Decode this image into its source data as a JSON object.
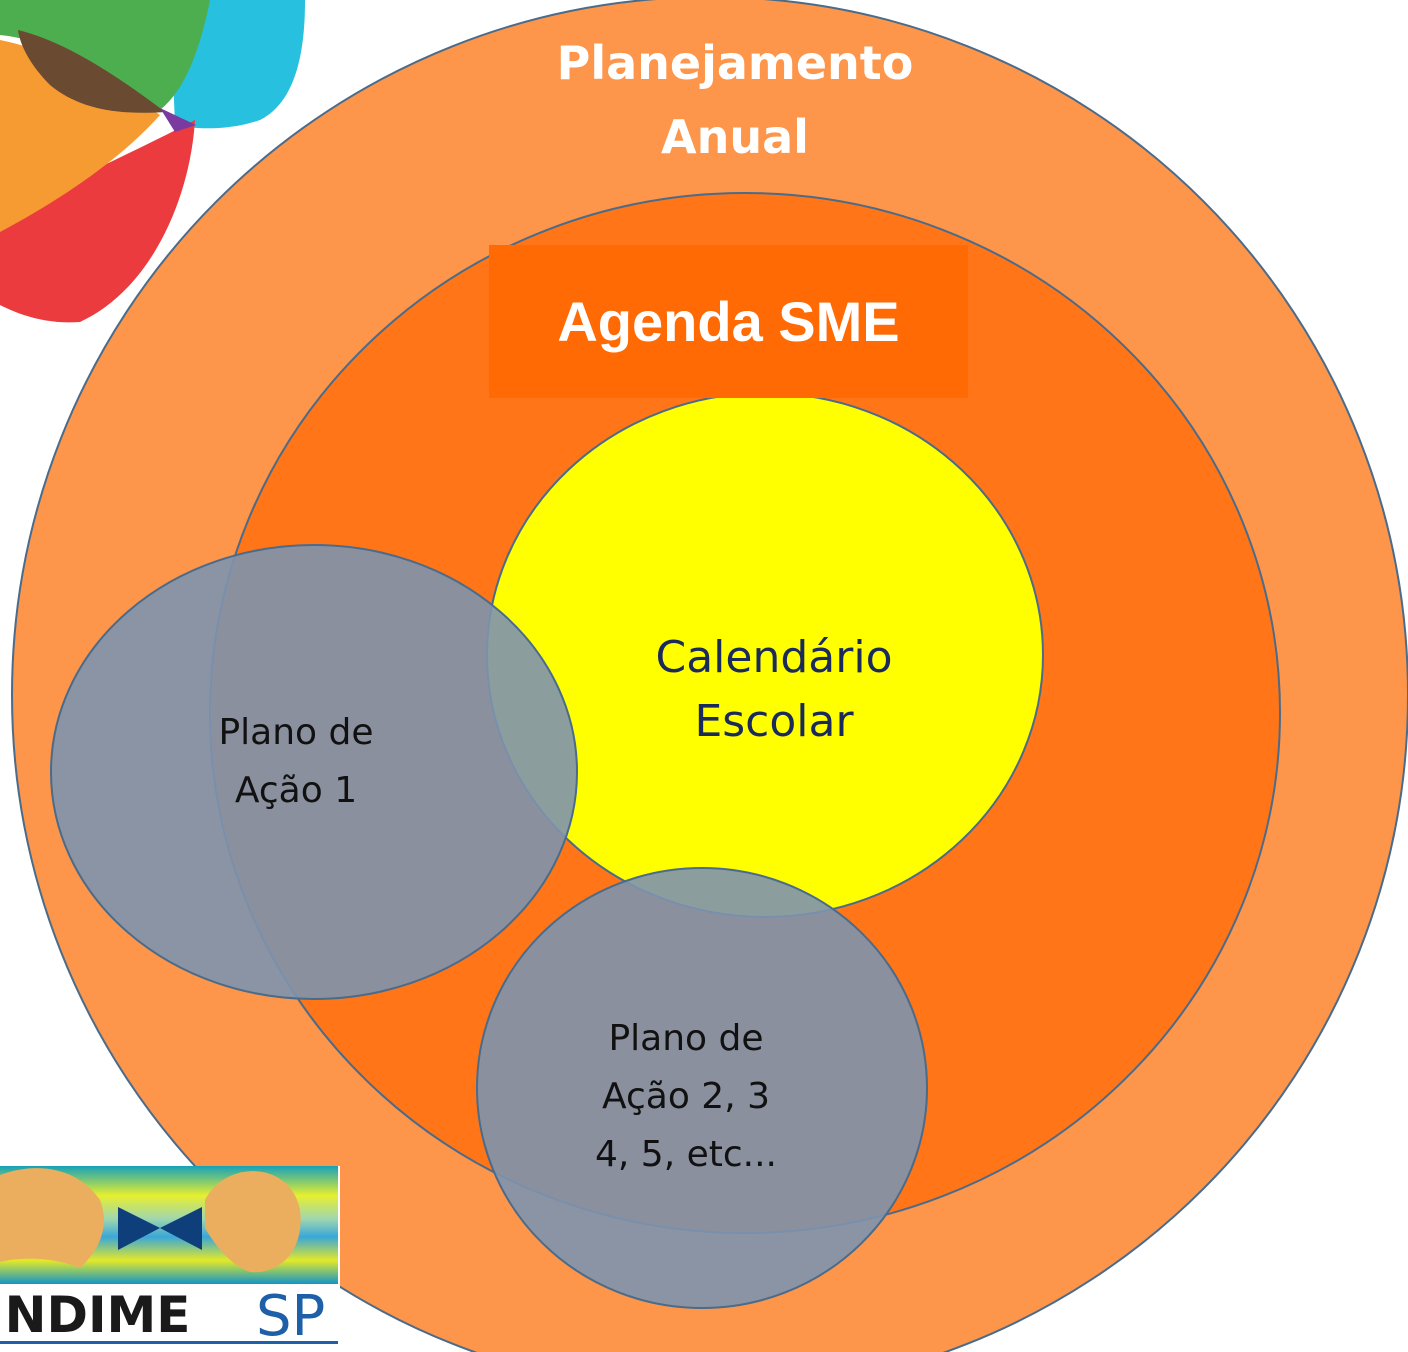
{
  "diagram": {
    "outer_circle": {
      "label_line1": "Planejamento",
      "label_line2": "Anual"
    },
    "agenda": {
      "label": "Agenda SME"
    },
    "calendar": {
      "label_line1": "Calendário",
      "label_line2": "Escolar"
    },
    "plan_1": {
      "label_line1": "Plano de",
      "label_line2": "Ação 1"
    },
    "plan_2": {
      "label_line1": "Plano de",
      "label_line2": "Ação 2, 3",
      "label_line3": "4, 5, etc..."
    }
  },
  "logos": {
    "undime": {
      "text": "UNDIME",
      "suffix": "SP"
    }
  },
  "colors": {
    "outer_circle": "#fd954a",
    "inner_circle": "#ff7517",
    "agenda_box": "#ff6a05",
    "calendar_circle": "#ffff00",
    "plan_ellipse": "#7e93ae",
    "stroke": "#4a6b8a"
  }
}
